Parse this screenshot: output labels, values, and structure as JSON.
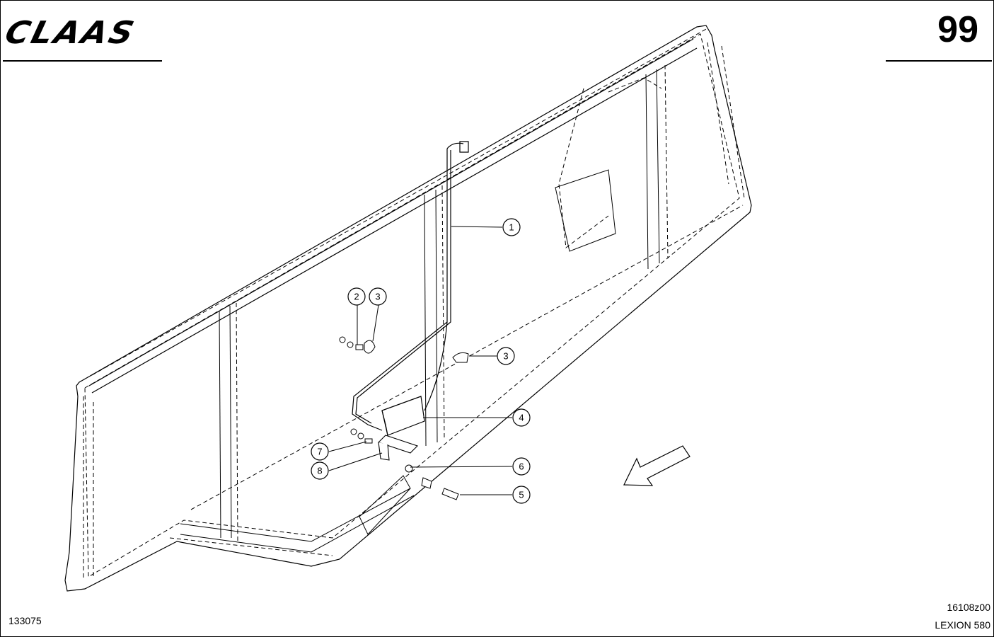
{
  "header": {
    "brand": "CLAAS",
    "page_number": "99"
  },
  "footer": {
    "drawing_id": "133075",
    "figure_code": "16108z00",
    "model": "LEXION 580"
  },
  "callouts": [
    {
      "id": "c1",
      "label": "1"
    },
    {
      "id": "c2",
      "label": "2"
    },
    {
      "id": "c3a",
      "label": "3"
    },
    {
      "id": "c3b",
      "label": "3"
    },
    {
      "id": "c4",
      "label": "4"
    },
    {
      "id": "c5",
      "label": "5"
    },
    {
      "id": "c6",
      "label": "6"
    },
    {
      "id": "c7",
      "label": "7"
    },
    {
      "id": "c8",
      "label": "8"
    }
  ]
}
